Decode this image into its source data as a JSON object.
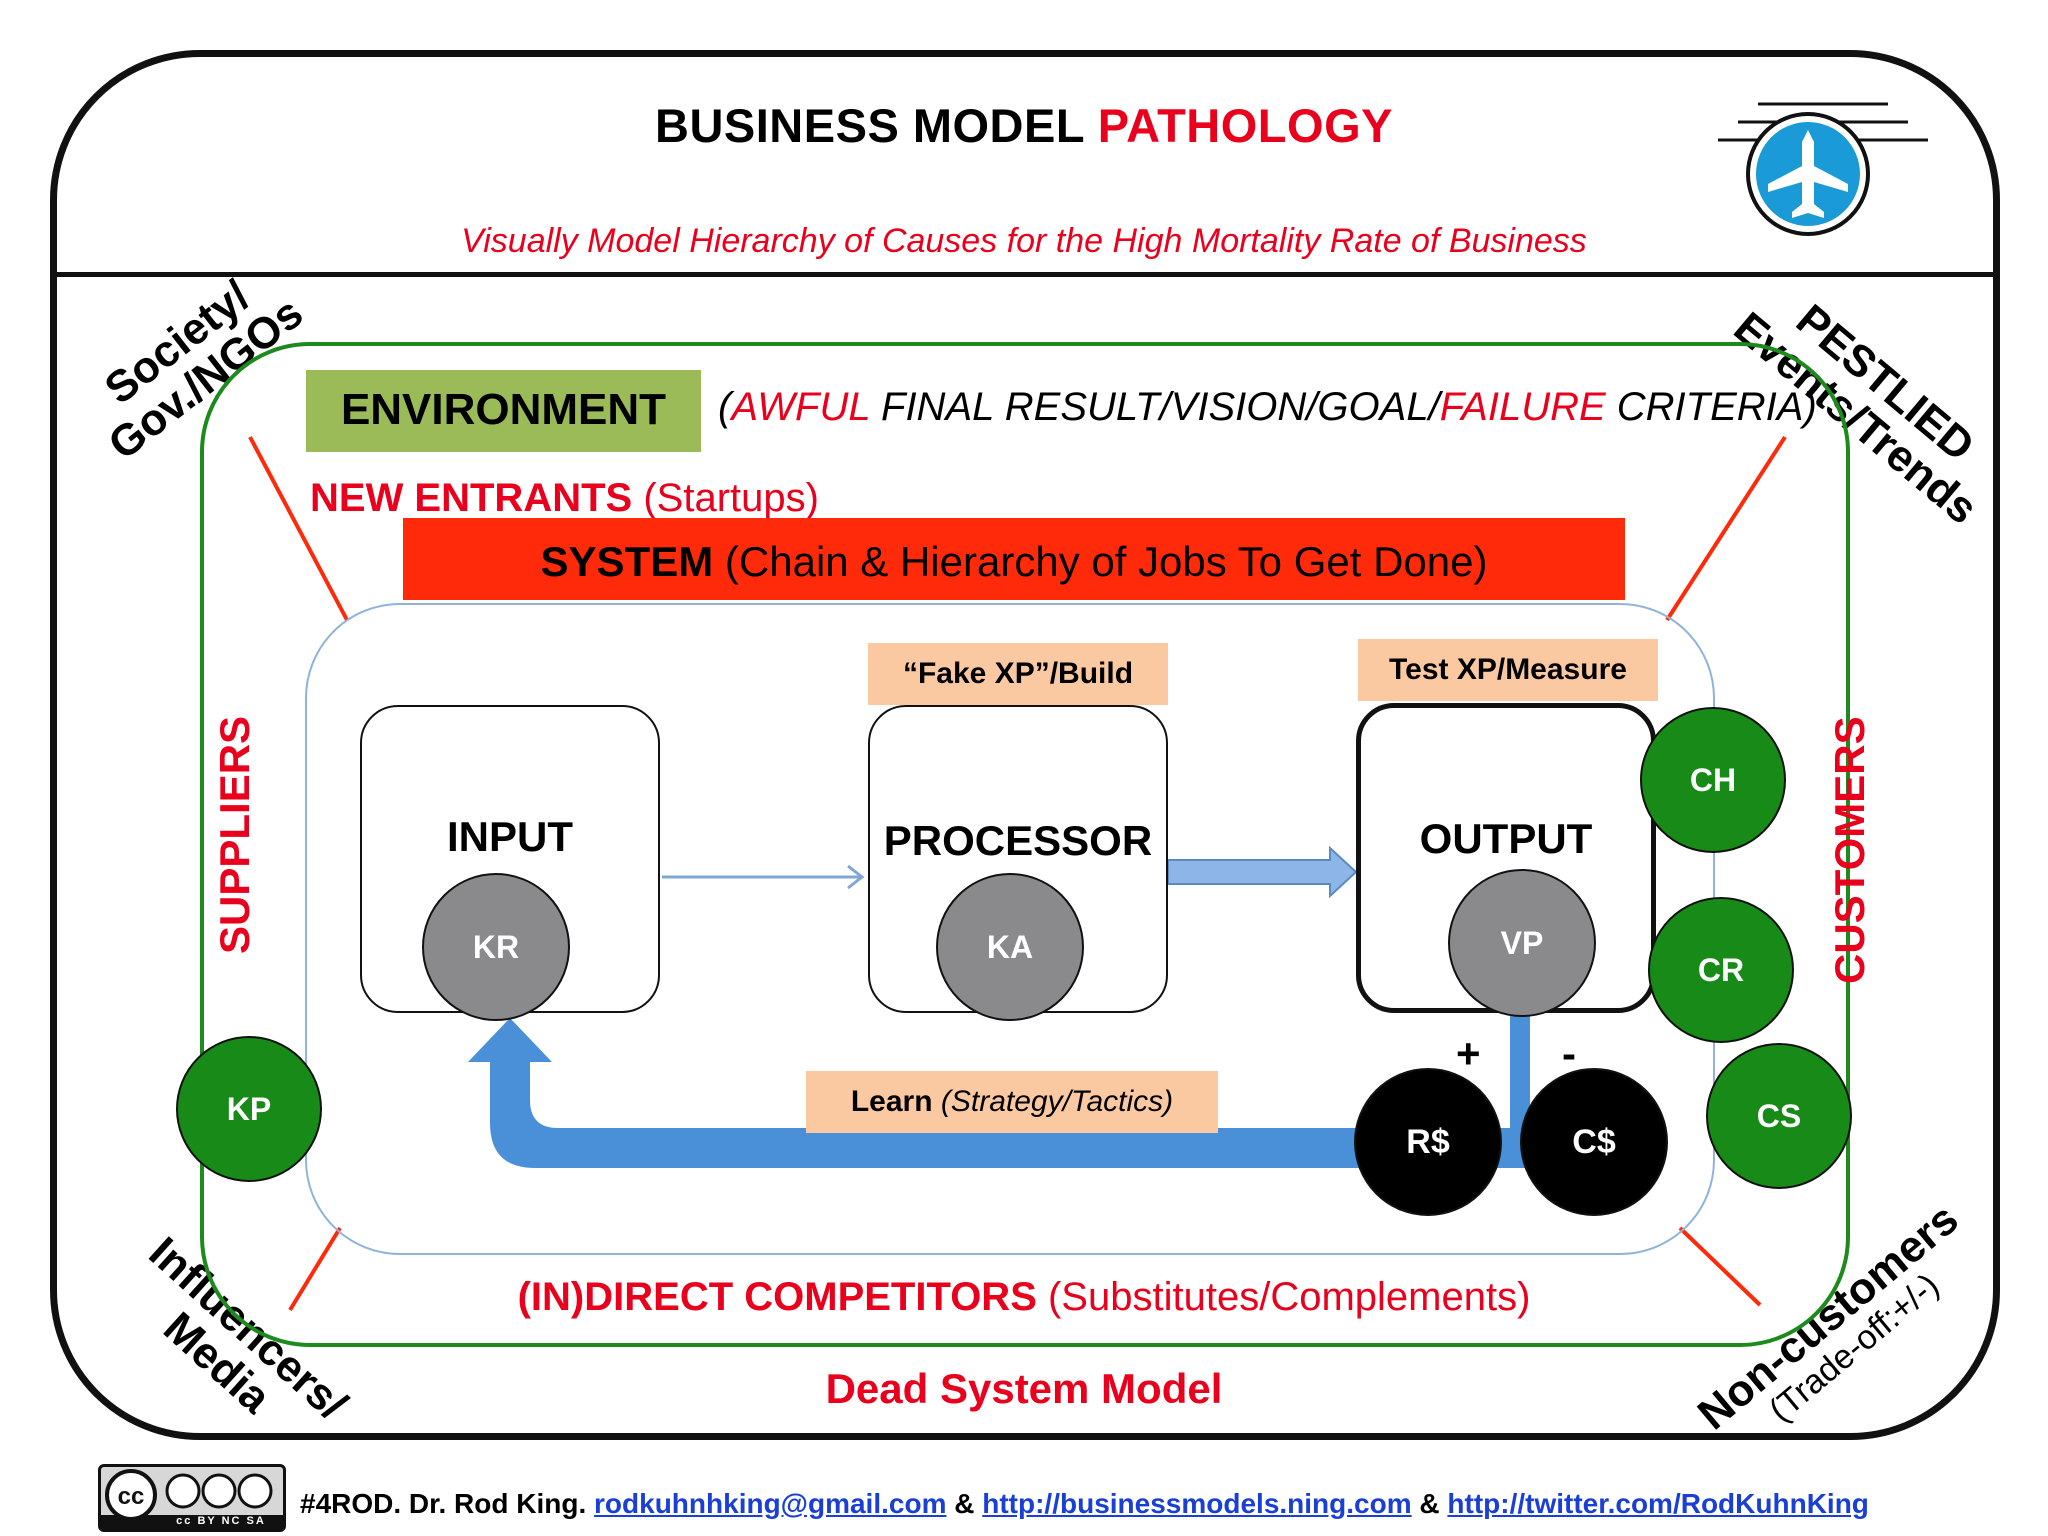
{
  "header": {
    "title_part1": "BUSINESS MODEL ",
    "title_part2": "PATHOLOGY",
    "subtitle": "Visually Model Hierarchy of Causes for the High Mortality Rate of Business"
  },
  "logo": {
    "icon": "airplane-icon",
    "color": "#1a9ad6"
  },
  "corners": {
    "top_left_line1": "Society/",
    "top_left_line2": "Gov./NGOs",
    "top_right_line1": "PESTLIED",
    "top_right_line2": "Events/Trends",
    "bottom_left_line1": "Influencers/",
    "bottom_left_line2": "Media",
    "bottom_right_line1": "Non-customers",
    "bottom_right_line2": "(Trade-off:+/-)"
  },
  "environment": {
    "label": "ENVIRONMENT",
    "criteria_open": "(",
    "criteria_awful": "AWFUL",
    "criteria_mid": " FINAL RESULT/VISION/GOAL/",
    "criteria_failure": "FAILURE",
    "criteria_end": " CRITERIA)"
  },
  "new_entrants": {
    "label": "NEW ENTRANTS",
    "detail": " (Startups)"
  },
  "system": {
    "label": "SYSTEM",
    "detail": " (Chain & Hierarchy of Jobs To Get Done)"
  },
  "sides": {
    "suppliers": "SUPPLIERS",
    "customers": "CUSTOMERS"
  },
  "nodes": {
    "input": {
      "label": "INPUT",
      "circle": "KR"
    },
    "processor": {
      "label": "PROCESSOR",
      "circle": "KA",
      "tag": "“Fake XP”/Build"
    },
    "output": {
      "label": "OUTPUT",
      "circle": "VP",
      "tag": "Test XP/Measure"
    }
  },
  "customer_circles": [
    "CH",
    "CR",
    "CS"
  ],
  "kp": "KP",
  "finance": {
    "revenue": "R$",
    "cost": "C$",
    "plus": "+",
    "minus": "-"
  },
  "learn": {
    "label": "Learn",
    "detail": " (Strategy/Tactics)"
  },
  "competitors": {
    "label": "(IN)DIRECT COMPETITORS",
    "detail": " (Substitutes/Complements)"
  },
  "dead_model": "Dead System Model",
  "footer": {
    "license": "cc BY NC SA",
    "author": "#4ROD. Dr. Rod King. ",
    "email": "rodkuhnhking@gmail.com",
    "sep1": " & ",
    "link1": "http://businessmodels.ning.com",
    "sep2": " & ",
    "link2": "http://twitter.com/RodKuhnKing"
  },
  "colors": {
    "accent_red": "#e8001c",
    "system_bar": "#ff2a0a",
    "environment_green": "#9bbb59",
    "circle_green": "#188a18",
    "tag_peach": "#fbc9a1",
    "arrow_blue": "#4a90d9",
    "node_grey": "#8a8a8c"
  }
}
